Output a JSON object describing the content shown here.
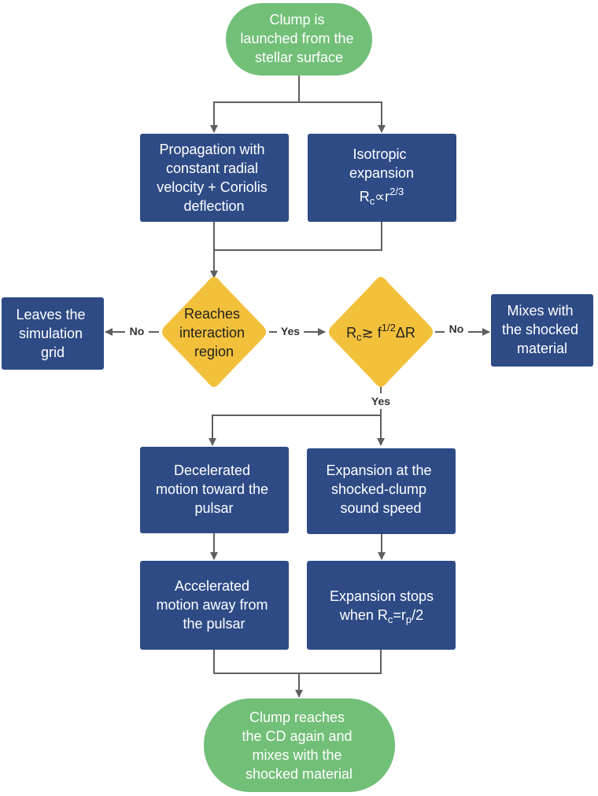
{
  "colors": {
    "process_box": "#2e4b86",
    "terminal": "#72bf78",
    "decision": "#f2c03b",
    "connector": "#5f5f5f"
  },
  "nodes": {
    "start": [
      "Clump is",
      "launched from the",
      "stellar surface"
    ],
    "propagation": [
      "Propagation with",
      "constant radial",
      "velocity + Coriolis",
      "deflection"
    ],
    "isotropic": [
      "Isotropic",
      "expansion"
    ],
    "isotropic_formula": {
      "R": "R",
      "sub": "c",
      "prop": "∝",
      "r": "r",
      "sup": "2/3"
    },
    "reaches": [
      "Reaches",
      "interaction",
      "region"
    ],
    "condition": {
      "R": "R",
      "sub": "c",
      "rel": "≳ f",
      "sup": "1/2",
      "rest": "ΔR"
    },
    "leaves": [
      "Leaves the",
      "simulation",
      "grid"
    ],
    "mixes": [
      "Mixes with",
      "the shocked",
      "material"
    ],
    "decelerated": [
      "Decelerated",
      "motion toward the",
      "pulsar"
    ],
    "expansion_sound": [
      "Expansion at the",
      "shocked-clump",
      "sound speed"
    ],
    "accelerated": [
      "Accelerated",
      "motion away from",
      "the pulsar"
    ],
    "expansion_stops": {
      "line1": "Expansion stops",
      "pre": "when R",
      "sub1": "c",
      "mid": "=r",
      "sub2": "p",
      "post": "/2"
    },
    "end": [
      "Clump reaches",
      "the CD again and",
      "mixes with the",
      "shocked material"
    ]
  },
  "edge_labels": {
    "reaches_no": "No",
    "reaches_yes": "Yes",
    "condition_no": "No",
    "condition_yes": "Yes"
  }
}
